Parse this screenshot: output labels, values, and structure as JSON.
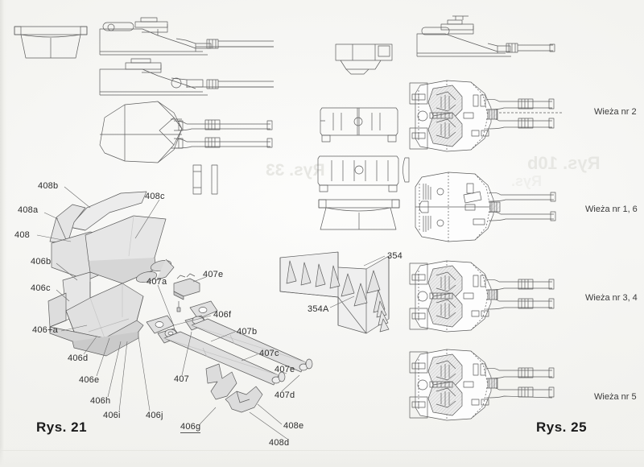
{
  "page": {
    "kind": "scanned-technical-drawing",
    "language": "Polish",
    "background_color": "#fcfcfb",
    "line_color": "#555555",
    "shade_light": "#ededed",
    "shade_mid": "#dcdcdc",
    "shade_dark": "#c8c8c8"
  },
  "figures": {
    "left": "Rys. 21",
    "right": "Rys. 25"
  },
  "turret_captions": [
    {
      "id": "turret-2",
      "label": "Wieża nr 2"
    },
    {
      "id": "turret-1-6",
      "label": "Wieża nr 1, 6"
    },
    {
      "id": "turret-3-4",
      "label": "Wieża nr  3, 4"
    },
    {
      "id": "turret-5",
      "label": "Wieża nr  5"
    }
  ],
  "part_labels": [
    {
      "id": "408b",
      "text": "408b"
    },
    {
      "id": "408a",
      "text": "408a"
    },
    {
      "id": "408",
      "text": "408"
    },
    {
      "id": "408c",
      "text": "408c"
    },
    {
      "id": "406b",
      "text": "406b"
    },
    {
      "id": "406c",
      "text": "406c"
    },
    {
      "id": "406pa",
      "text": "406+a"
    },
    {
      "id": "406d",
      "text": "406d"
    },
    {
      "id": "406e",
      "text": "406e"
    },
    {
      "id": "406h",
      "text": "406h"
    },
    {
      "id": "406i",
      "text": "406i"
    },
    {
      "id": "406j",
      "text": "406j"
    },
    {
      "id": "406g",
      "text": "406g"
    },
    {
      "id": "406f",
      "text": "406f"
    },
    {
      "id": "407a",
      "text": "407a"
    },
    {
      "id": "407e1",
      "text": "407e"
    },
    {
      "id": "407b",
      "text": "407b"
    },
    {
      "id": "407c",
      "text": "407c"
    },
    {
      "id": "407e2",
      "text": "407e"
    },
    {
      "id": "407d",
      "text": "407d"
    },
    {
      "id": "407",
      "text": "407"
    },
    {
      "id": "408e",
      "text": "408e"
    },
    {
      "id": "408d",
      "text": "408d"
    },
    {
      "id": "354",
      "text": "354"
    },
    {
      "id": "354A",
      "text": "354A"
    }
  ],
  "bleed_through": [
    {
      "id": "bleed-rys33",
      "text": "Rys. 33"
    },
    {
      "id": "bleed-rys10b",
      "text": "Rys. 10b"
    },
    {
      "id": "bleed-rys",
      "text": "Rys."
    }
  ]
}
